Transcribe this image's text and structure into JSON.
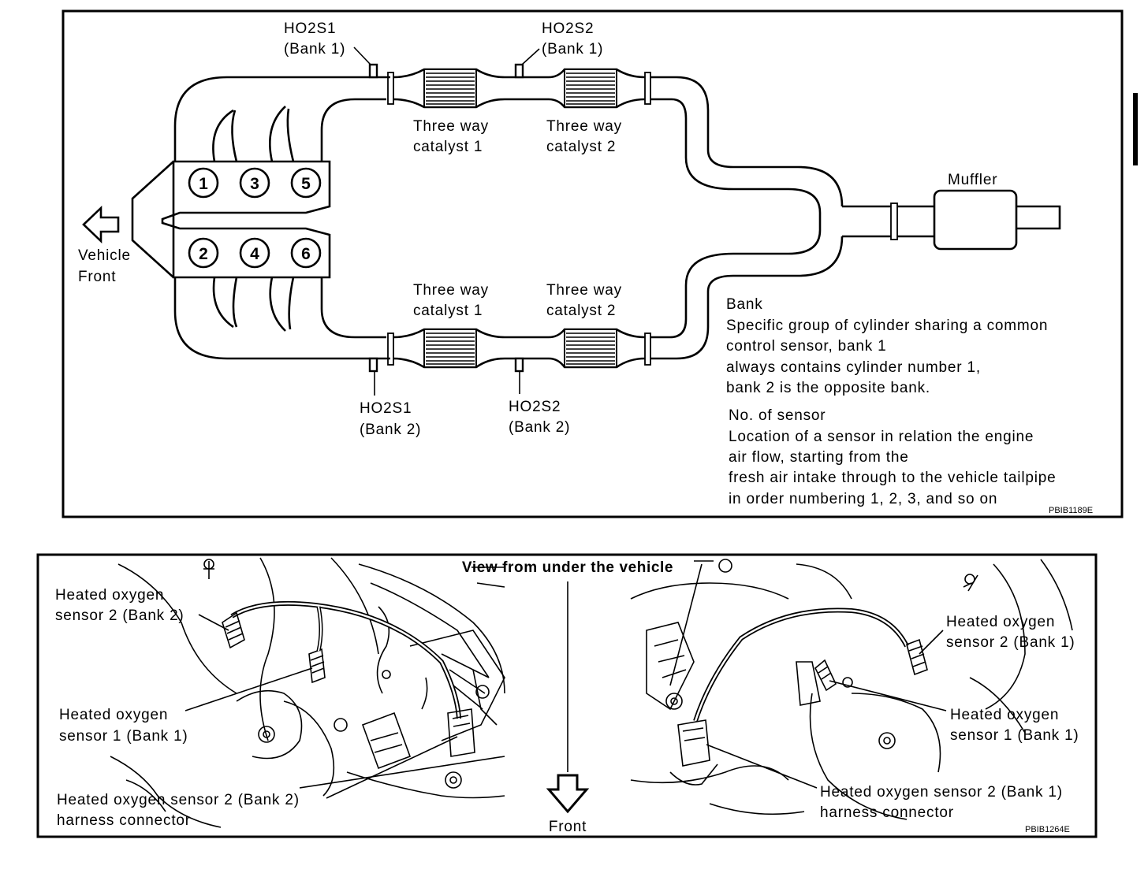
{
  "top_diagram": {
    "sensors": {
      "ho2s1_bank1": {
        "name": "HO2S1",
        "bank": "(Bank 1)"
      },
      "ho2s2_bank1": {
        "name": "HO2S2",
        "bank": "(Bank 1)"
      },
      "ho2s1_bank2": {
        "name": "HO2S1",
        "bank": "(Bank 2)"
      },
      "ho2s2_bank2": {
        "name": "HO2S2",
        "bank": "(Bank 2)"
      }
    },
    "catalysts": {
      "upper_1": [
        "Three way",
        "catalyst 1"
      ],
      "upper_2": [
        "Three way",
        "catalyst 2"
      ],
      "lower_1": [
        "Three way",
        "catalyst 1"
      ],
      "lower_2": [
        "Three way",
        "catalyst 2"
      ]
    },
    "cylinders": {
      "top_row": [
        "1",
        "3",
        "5"
      ],
      "bottom_row": [
        "2",
        "4",
        "6"
      ]
    },
    "muffler": "Muffler",
    "vehicle_front": [
      "Vehicle",
      "Front"
    ],
    "bank_note": {
      "heading": "Bank",
      "lines": [
        "Specific group of cylinder sharing a common",
        "control sensor, bank 1",
        "always contains cylinder number 1,",
        "bank 2 is the opposite bank."
      ]
    },
    "sensor_no_note": {
      "heading": "No. of sensor",
      "lines": [
        "Location of a sensor in relation the engine",
        "air flow, starting from the",
        "fresh air intake through to the vehicle tailpipe",
        "in order numbering 1, 2, 3, and so on"
      ]
    },
    "figure_code": "PBIB1189E"
  },
  "bottom_diagram": {
    "view_title": "View from under the vehicle",
    "front_label": "Front",
    "left": {
      "ho2s2_bank2": [
        "Heated oxygen",
        "sensor 2 (Bank 2)"
      ],
      "ho2s1_bank1": [
        "Heated oxygen",
        "sensor 1 (Bank 1)"
      ],
      "connector": [
        "Heated oxygen sensor 2 (Bank 2)",
        "harness connector"
      ]
    },
    "right": {
      "ho2s2_bank1": [
        "Heated oxygen",
        "sensor 2 (Bank 1)"
      ],
      "ho2s1_bank1": [
        "Heated oxygen",
        "sensor 1 (Bank 1)"
      ],
      "connector": [
        "Heated oxygen sensor 2 (Bank 1)",
        "harness connector"
      ]
    },
    "figure_code": "PBIB1264E"
  }
}
